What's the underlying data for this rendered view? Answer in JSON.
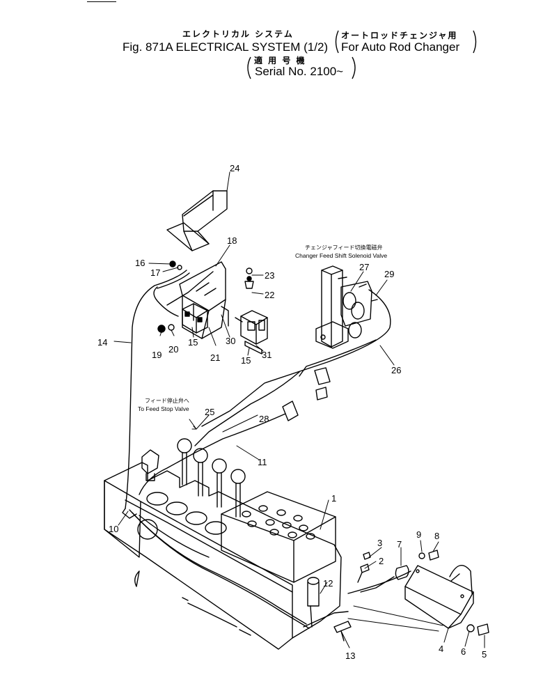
{
  "header": {
    "title_jp": "エレクトリカル システム",
    "title_en": "Fig. 871A ELECTRICAL SYSTEM (1/2)",
    "applicability_jp": "オートロッドチェンジャ用",
    "applicability_en": "For Auto Rod Changer",
    "serial_jp": "適 用 号 機",
    "serial_en": "Serial No. 2100~"
  },
  "annotations": {
    "solenoid_jp": "チェンジャフィード切換電磁弁",
    "solenoid_en": "Changer Feed Shift Solenoid Valve",
    "feedstop_jp": "フィード停止弁へ",
    "feedstop_en": "To Feed Stop Valve"
  },
  "callouts": [
    "1",
    "2",
    "3",
    "4",
    "5",
    "6",
    "7",
    "8",
    "9",
    "10",
    "11",
    "12",
    "13",
    "14",
    "15",
    "15",
    "16",
    "17",
    "18",
    "19",
    "20",
    "21",
    "22",
    "23",
    "24",
    "25",
    "26",
    "27",
    "28",
    "29",
    "30",
    "31"
  ]
}
